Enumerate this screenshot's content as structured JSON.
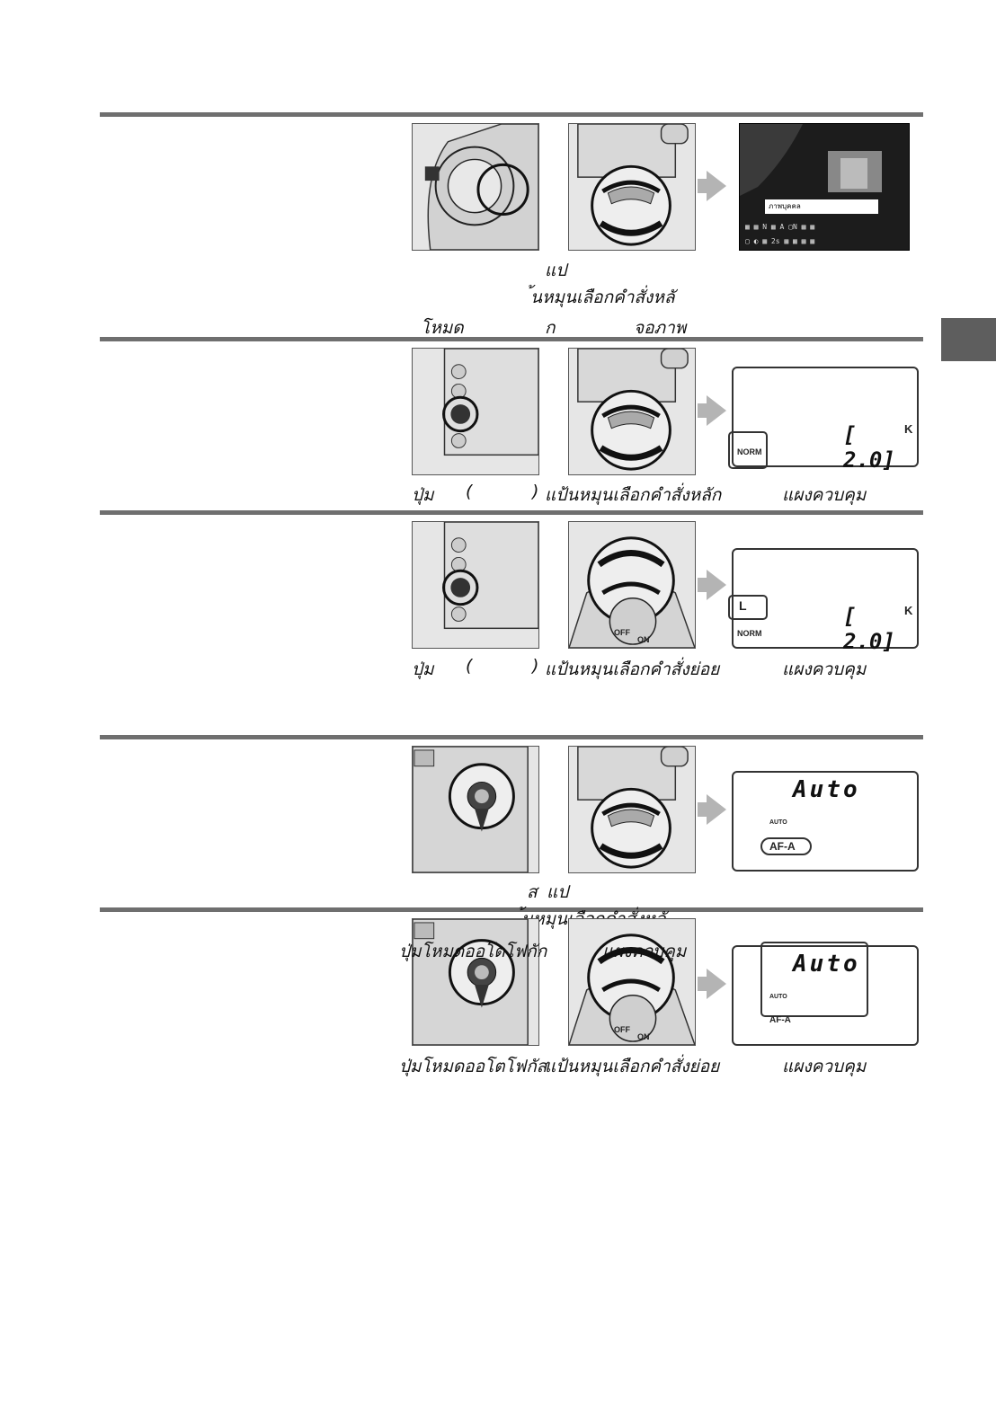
{
  "row1": {
    "caption_mode": "โหมด",
    "caption_dial_line1": "แป",
    "caption_dial_line2": "้นหมุนเลือกคำสั่งหลั",
    "caption_dial_line3": "ก",
    "caption_monitor": "จอภาพ",
    "monitor_label": "ภาพบุคคล"
  },
  "row2": {
    "caption_button": "ปุ่ม",
    "caption_paren_open": "(",
    "caption_paren_close": ")",
    "caption_dial": "แป้นหมุนเลือกคำสั่งหลัก",
    "caption_panel": "แผงควบคุม",
    "lcd_quality": "NORM",
    "lcd_value": "[  2.0]",
    "lcd_unit": "K"
  },
  "row3": {
    "caption_button": "ปุ่ม",
    "caption_paren_open": "(",
    "caption_paren_close": ")",
    "caption_dial": "แป้นหมุนเลือกคำสั่งย่อย",
    "caption_panel": "แผงควบคุม",
    "lcd_size": "L",
    "lcd_quality": "NORM",
    "lcd_value": "[  2.0]",
    "lcd_unit": "K"
  },
  "row4": {
    "caption_fragment_1": "ส",
    "caption_fragment_2": "แป",
    "caption_dial_line2": "้นหมุนเลือกคำสั่งหลั",
    "caption_button": "ปุ่มโหมดออโตโฟกัก",
    "caption_panel": "แผงควบคุม",
    "lcd_text": "Auto",
    "lcd_auto_tag": "AUTO",
    "lcd_af_mode": "AF-A"
  },
  "row5": {
    "caption_button": "ปุ่มโหมดออโตโฟกัส",
    "caption_dial": "แป้นหมุนเลือกคำสั่งย่อย",
    "caption_panel": "แผงควบคุม",
    "lcd_text": "Auto",
    "lcd_auto_tag": "AUTO",
    "lcd_af_mode": "AF-A"
  },
  "dial_labels": {
    "off": "OFF",
    "on": "ON"
  }
}
